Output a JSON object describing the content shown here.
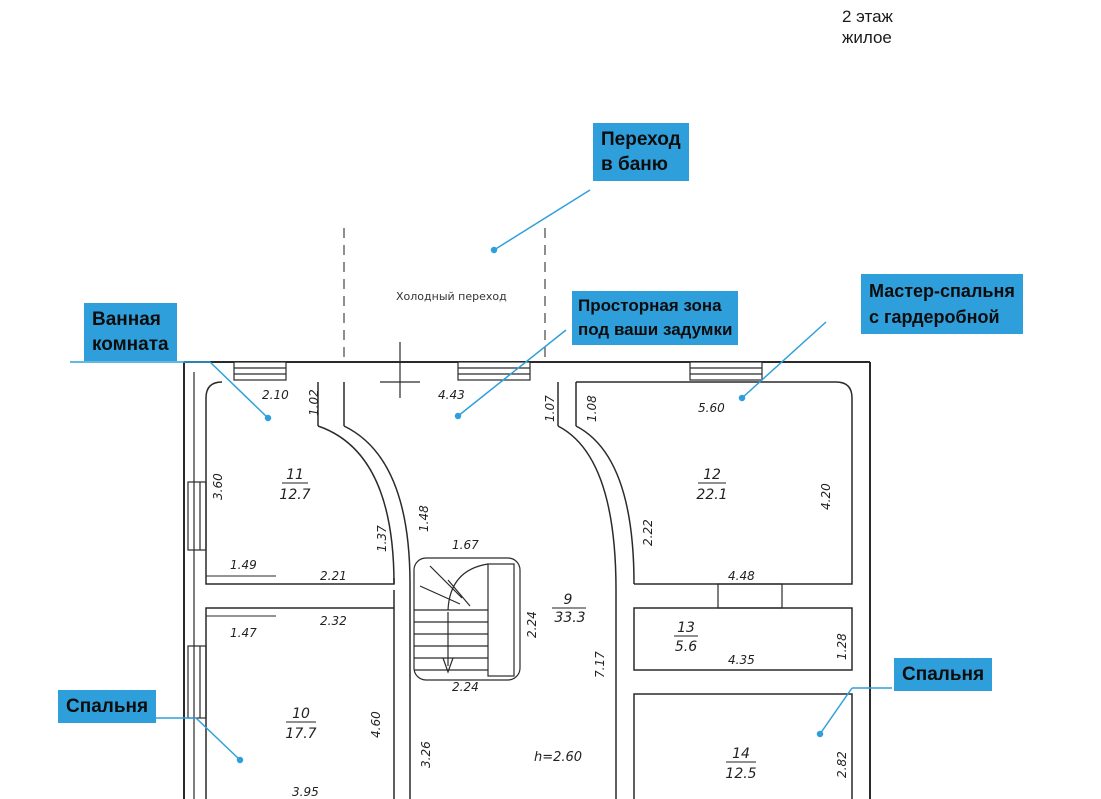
{
  "floor_title": {
    "line1": "2 этаж",
    "line2": "жилое"
  },
  "callouts": {
    "bath_passage": {
      "line1": "Переход",
      "line2": "в баню"
    },
    "bathroom": {
      "line1": "Ванная",
      "line2": "комната"
    },
    "open_zone": {
      "line1": "Просторная зона",
      "line2": "под ваши задумки"
    },
    "master": {
      "line1": "Мастер-спальня",
      "line2": "с гардеробной"
    },
    "bedroom_left": {
      "line1": "Спальня"
    },
    "bedroom_right": {
      "line1": "Спальня"
    }
  },
  "cold_passage": "Холодный переход",
  "rooms": {
    "r11": {
      "num": "11",
      "area": "12.7"
    },
    "r12": {
      "num": "12",
      "area": "22.1"
    },
    "r9": {
      "num": "9",
      "area": "33.3"
    },
    "r13": {
      "num": "13",
      "area": "5.6"
    },
    "r10": {
      "num": "10",
      "area": "17.7"
    },
    "r14": {
      "num": "14",
      "area": "12.5"
    }
  },
  "dims": {
    "d210": "2.10",
    "d102": "1.02",
    "d443": "4.43",
    "d107": "1.07",
    "d108": "1.08",
    "d560": "5.60",
    "d360": "3.60",
    "d137": "1.37",
    "d148": "1.48",
    "d222": "2.22",
    "d420": "4.20",
    "d167": "1.67",
    "d149": "1.49",
    "d221": "2.21",
    "d448": "4.48",
    "d232": "2.32",
    "d147": "1.47",
    "d224v": "2.24",
    "d128": "1.28",
    "d435": "4.35",
    "d717": "7.17",
    "d224h": "2.24",
    "d460": "4.60",
    "d326": "3.26",
    "d282": "2.82",
    "d395": "3.95"
  },
  "height": "h=2.60",
  "colors": {
    "callout": "#2f9fdc",
    "leader": "#2f9fdc",
    "walls": "#2a2a2a"
  }
}
